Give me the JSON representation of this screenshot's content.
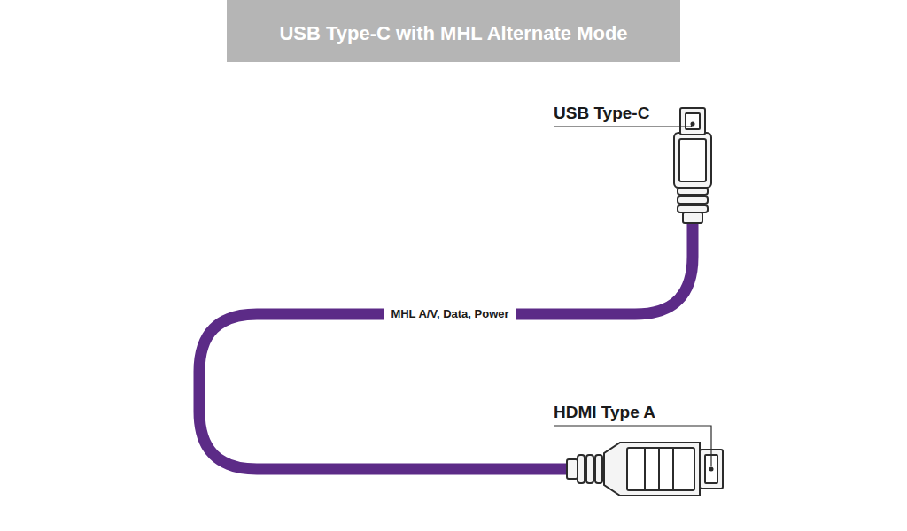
{
  "diagram": {
    "title": "USB Type-C with MHL Alternate Mode",
    "labels": [
      "USB Type-C",
      "MHL A/V, Data, Power",
      "HDMI Type A"
    ]
  }
}
